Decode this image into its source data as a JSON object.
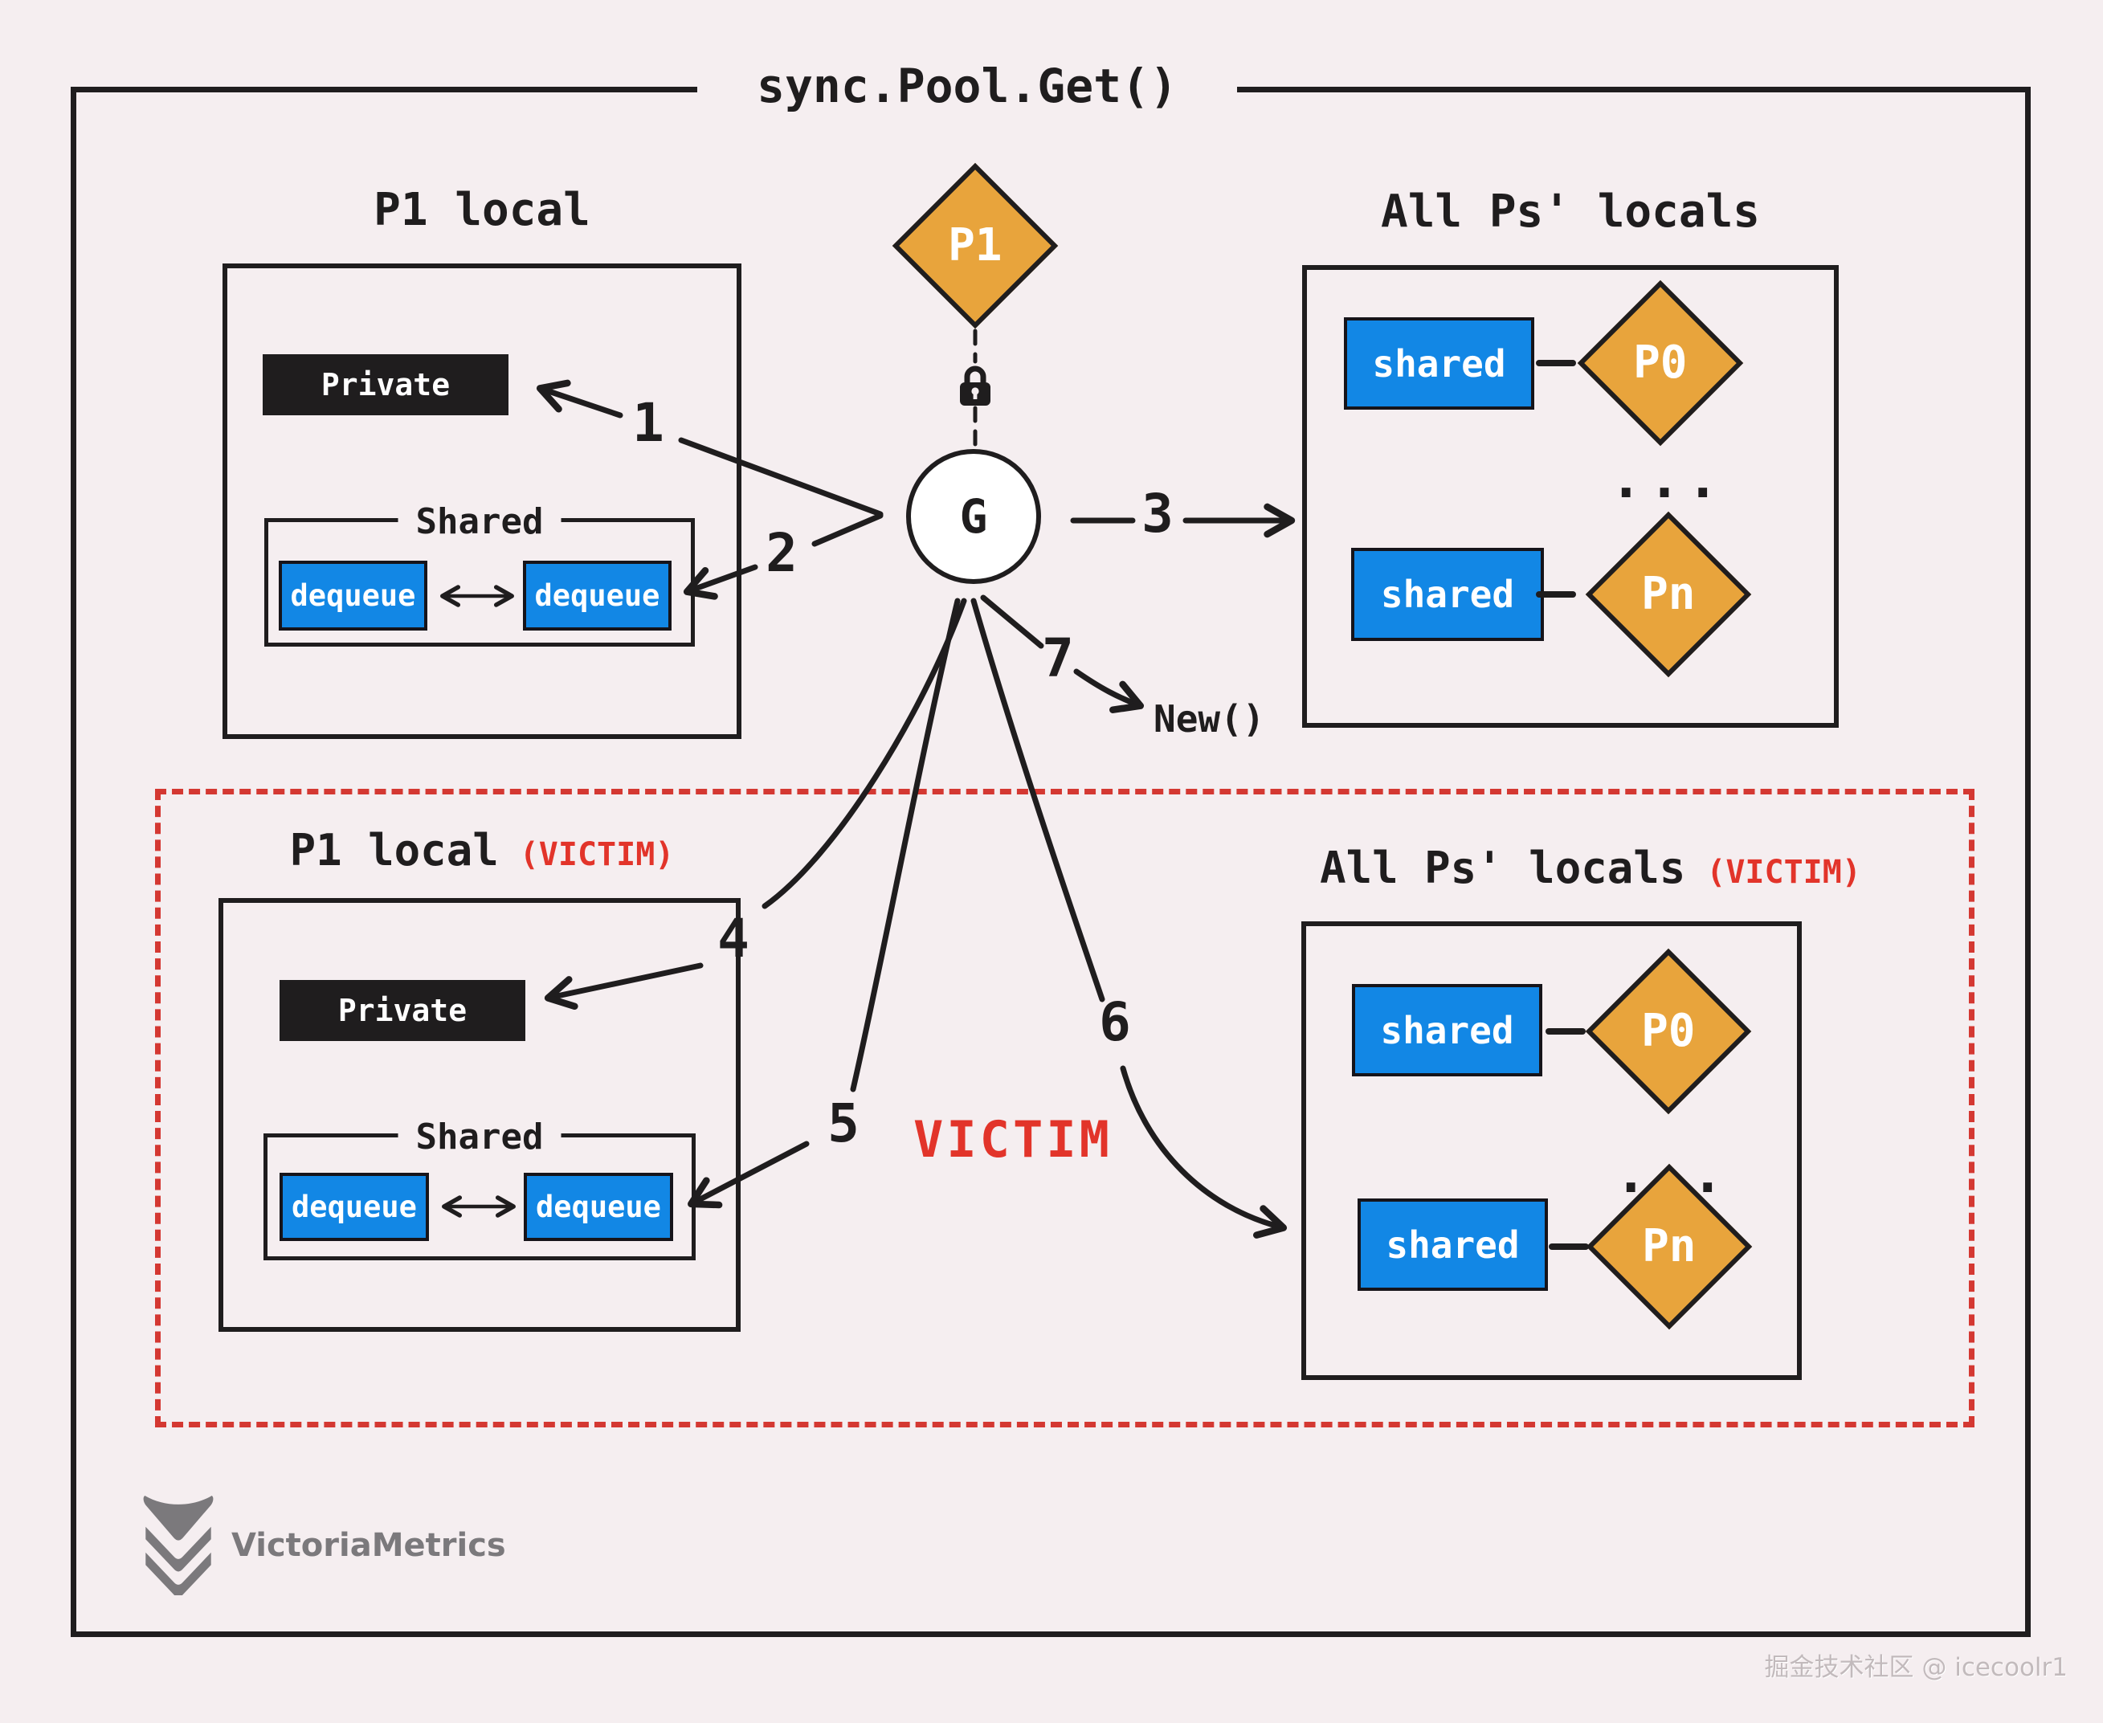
{
  "title": "sync.Pool.Get()",
  "colors": {
    "background": "#f5eef0",
    "ink": "#1f1d1e",
    "blue": "#1287e5",
    "orange": "#e8a43c",
    "red_dash": "#d43832",
    "red_text": "#e2342a",
    "logo_gray": "#7b797c"
  },
  "top_left": {
    "title": "P1 local",
    "private": "Private",
    "shared": "Shared",
    "dequeue_a": "dequeue",
    "dequeue_b": "dequeue"
  },
  "top_right": {
    "title": "All Ps' locals",
    "shared_a": "shared",
    "p0": "P0",
    "ellipsis": "...",
    "shared_b": "shared",
    "pn": "Pn"
  },
  "center": {
    "p1": "P1",
    "g": "G",
    "new_func": "New()",
    "lock_icon": "lock-icon"
  },
  "steps": {
    "s1": "1",
    "s2": "2",
    "s3": "3",
    "s4": "4",
    "s5": "5",
    "s6": "6",
    "s7": "7"
  },
  "victim": {
    "label": "VICTIM",
    "bottom_left": {
      "title": "P1 local",
      "tag": "(VICTIM)",
      "private": "Private",
      "shared": "Shared",
      "dequeue_a": "dequeue",
      "dequeue_b": "dequeue"
    },
    "bottom_right": {
      "title": "All Ps' locals",
      "tag": "(VICTIM)",
      "shared_a": "shared",
      "p0": "P0",
      "ellipsis": "...",
      "shared_b": "shared",
      "pn": "Pn"
    }
  },
  "footer": {
    "brand": "VictoriaMetrics",
    "watermark": "掘金技术社区 @ icecoolr1"
  }
}
